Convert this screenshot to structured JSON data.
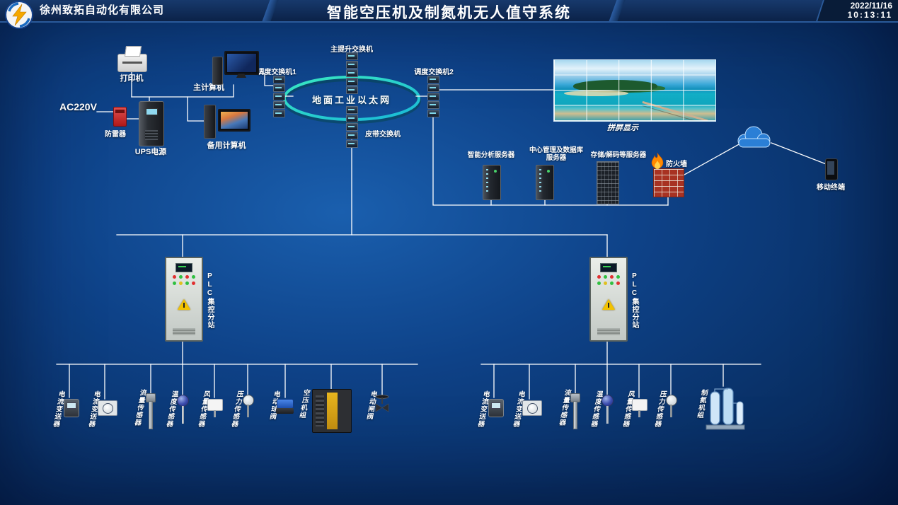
{
  "header": {
    "company": "徐州致拓自动化有限公司",
    "title": "智能空压机及制氮机无人值守系统",
    "date": "2022/11/16",
    "time": "10:13:11"
  },
  "topology": {
    "printer_label": "打印机",
    "main_computer_label": "主计算机",
    "power_label": "AC220V",
    "surge_protector_label": "防雷器",
    "ups_label": "UPS电源",
    "backup_computer_label": "备用计算机",
    "dispatch_switch1_label": "调度交换机1",
    "hoist_switch_label": "主提升交换机",
    "belt_switch_label": "皮带交换机",
    "ethernet_ring_label": "地面工业以太网",
    "dispatch_switch2_label": "调度交换机2",
    "video_wall_label": "拼屏显示",
    "analysis_server_label": "智能分析服务器",
    "management_server_label_line1": "中心管理及数据库",
    "management_server_label_line2": "服务器",
    "storage_server_label": "存储/解码等服务器",
    "firewall_label": "防火墙",
    "internet_label": "Internet",
    "mobile_label": "移动终端"
  },
  "stations": [
    {
      "label": "PLC集控分站",
      "devices": [
        {
          "label": "电流变送器"
        },
        {
          "label": "电流变送器"
        },
        {
          "label": "流量传感器"
        },
        {
          "label": "温度传感器"
        },
        {
          "label": "风量传感器"
        },
        {
          "label": "压力传感器"
        },
        {
          "label": "电动球阀"
        },
        {
          "label": "空压机组"
        },
        {
          "label": "电动闸阀"
        }
      ]
    },
    {
      "label": "PLC集控分站",
      "devices": [
        {
          "label": "电流变送器"
        },
        {
          "label": "电流变送器"
        },
        {
          "label": "流量传感器"
        },
        {
          "label": "温度传感器"
        },
        {
          "label": "风量传感器"
        },
        {
          "label": "压力传感器"
        },
        {
          "label": "制氮机组"
        }
      ]
    }
  ],
  "colors": {
    "background_blue": "#0d4186",
    "header_navy": "#102c58",
    "ring_teal": "#2bd8b8",
    "line_white": "#ffffff",
    "firewall_brick": "#a83222",
    "alarm_red": "#d02020",
    "ok_green": "#30c040",
    "accent_yellow": "#e8b61e"
  }
}
